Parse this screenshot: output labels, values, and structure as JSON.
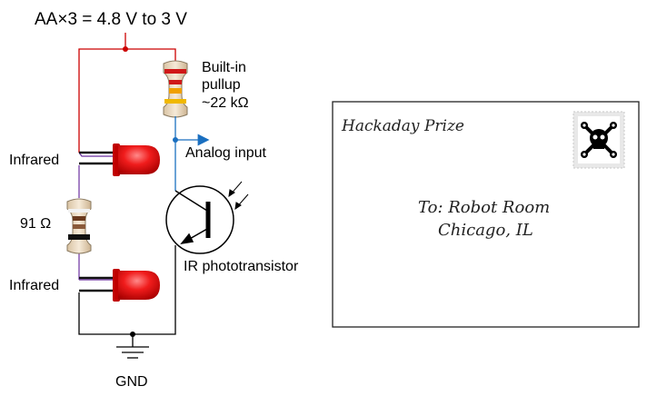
{
  "circuit": {
    "supply_label": "AA×3 = 4.8 V to 3 V",
    "pullup_label_line1": "Built-in",
    "pullup_label_line2": "pullup",
    "pullup_label_line3": "~22 kΩ",
    "analog_input_label": "Analog input",
    "infrared_top_label": "Infrared",
    "infrared_bottom_label": "Infrared",
    "resistor_label": "91 Ω",
    "phototransistor_label": "IR phototransistor",
    "gnd_label": "GND",
    "colors": {
      "supply_wire": "#cc0000",
      "signal_wire": "#1a6fc0",
      "led_wire": "#6a2fa0",
      "ground_wire": "#000000",
      "led_red": "#e01010"
    }
  },
  "envelope": {
    "sender": "Hackaday Prize",
    "recipient_line1": "To: Robot Room",
    "recipient_line2": "Chicago, IL",
    "stamp_icon": "skull-and-wrenches-icon"
  }
}
